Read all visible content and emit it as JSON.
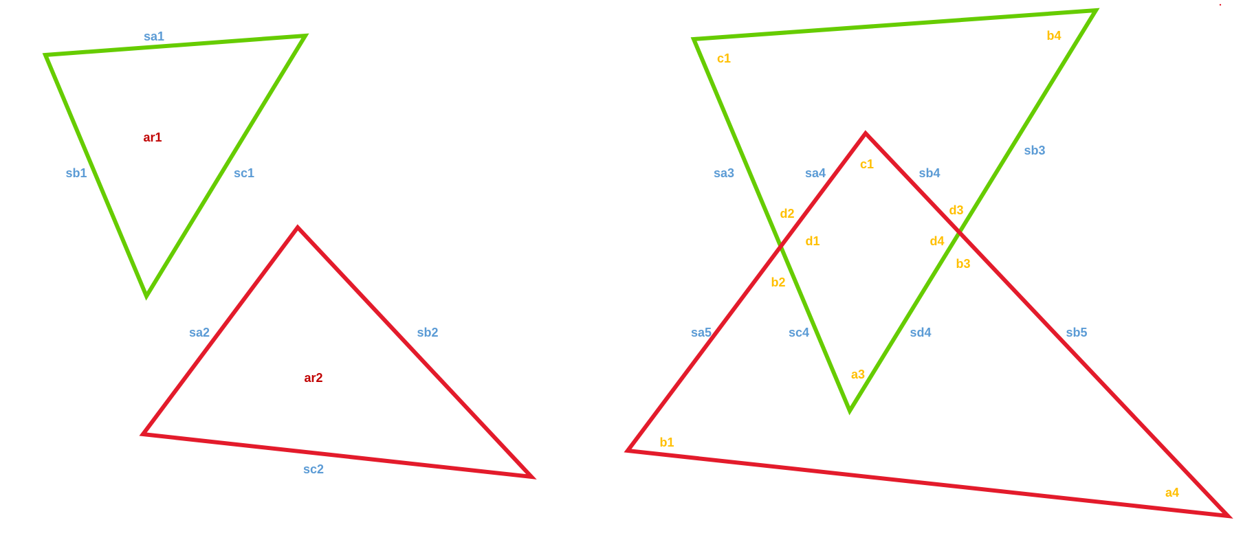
{
  "colors": {
    "green_triangle": "#66cc00",
    "red_triangle": "#e31b2b",
    "side_label": "#5b9bd5",
    "vertex_label": "#ffbf00",
    "area_label": "#c00000"
  },
  "left": {
    "green": {
      "area": "ar1",
      "sides": [
        "sa1",
        "sb1",
        "sc1"
      ]
    },
    "red": {
      "area": "ar2",
      "sides": [
        "sa2",
        "sb2",
        "sc2"
      ]
    }
  },
  "right": {
    "side_labels": [
      "sa3",
      "sa4",
      "sb4",
      "sb3",
      "sa5",
      "sc4",
      "sd4",
      "sb5"
    ],
    "vertex_labels": [
      "c1",
      "b4",
      "c1",
      "d2",
      "d1",
      "d3",
      "d4",
      "b3",
      "b2",
      "a3",
      "b1",
      "a4"
    ]
  }
}
